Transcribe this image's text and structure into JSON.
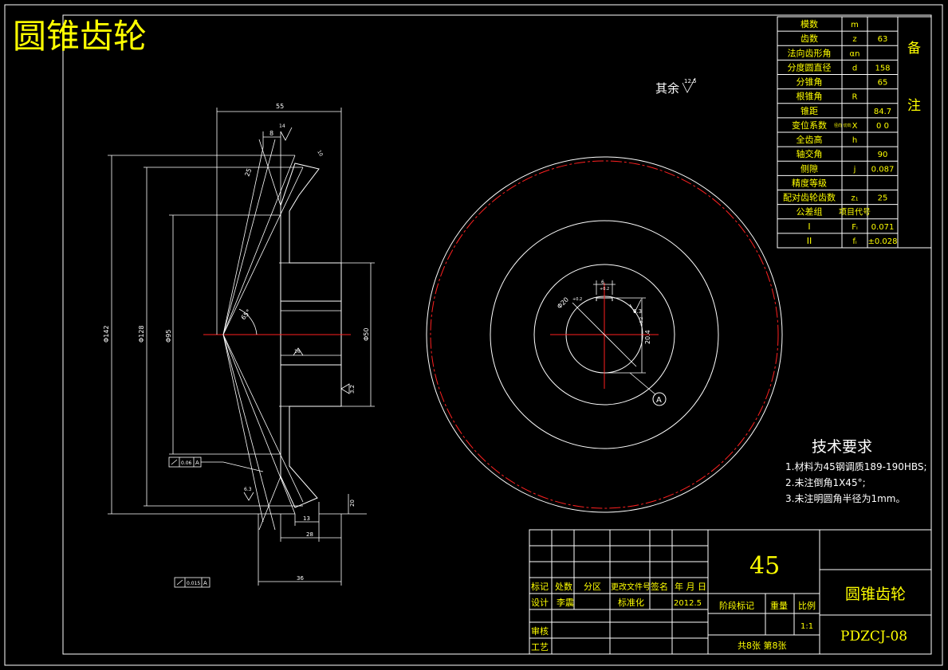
{
  "title": "圆锥齿轮",
  "params": [
    {
      "label": "模数",
      "sym": "m",
      "val": ""
    },
    {
      "label": "齿数",
      "sym": "z",
      "val": "63"
    },
    {
      "label": "法向齿形角",
      "sym": "αn",
      "val": ""
    },
    {
      "label": "分度圆直径",
      "sym": "d",
      "val": "158"
    },
    {
      "label": "分锥角",
      "sym": "",
      "val": "65"
    },
    {
      "label": "根锥角",
      "sym": "R",
      "val": ""
    },
    {
      "label": "锥距",
      "sym": "",
      "val": "84.7"
    },
    {
      "label": "变位系数",
      "sub": "径向 切向",
      "sym": "X",
      "val": "0 0"
    },
    {
      "label": "全齿高",
      "sym": "h",
      "val": ""
    },
    {
      "label": "轴交角",
      "sym": "",
      "val": "90"
    },
    {
      "label": "侧隙",
      "sym": "j",
      "val": "0.087"
    },
    {
      "label": "精度等级",
      "sym": "",
      "val": ""
    },
    {
      "label": "配对齿轮齿数",
      "sym": "z₁",
      "val": "25"
    },
    {
      "label": "公差组",
      "sym": "项目代号",
      "val": ""
    },
    {
      "label": "I",
      "sym": "Fᵢ",
      "val": "0.071"
    },
    {
      "label": "II",
      "sym": "fᵢ",
      "val": "±0.028"
    }
  ],
  "remark_1": "备",
  "remark_2": "注",
  "roughness_note": "其余",
  "roughness_value": "12.5",
  "tech": {
    "heading": "技术要求",
    "items": [
      "1.材料为45钢调质189-190HBS;",
      "2.未注倒角1X45°;",
      "3.未注明圆角半径为1mm。"
    ]
  },
  "dims": {
    "top": "55",
    "d8": "8",
    "r14": "14",
    "d10": "10",
    "d25": "25",
    "dia142": "Φ142",
    "dia128": "Φ128",
    "dia95": "Φ95",
    "dia50": "Φ50",
    "ang": "65°",
    "r16": "16",
    "r32": "3.2",
    "r63": "6.3",
    "d20": "20",
    "d13": "13",
    "d28": "28",
    "d36": "36",
    "tol1": "0.06",
    "tol1ref": "A",
    "tol2": "0.015",
    "tol2ref": "A",
    "key_w": "6",
    "key_tol": "+0.2",
    "bore": "Φ20",
    "bore_tol": "+0.2",
    "key_h": "20.4",
    "key_h_tol": "+0.2",
    "r63b": "6.3",
    "datum": "A"
  },
  "title_block": {
    "material": "45",
    "drawing_name": "圆锥齿轮",
    "drawing_no": "PDZCJ-08",
    "h_mark": "标记",
    "h_count": "处数",
    "h_zone": "分区",
    "h_doc": "更改文件号",
    "h_sign": "签名",
    "h_date": "年 月 日",
    "design_label": "设计",
    "designer": "李震",
    "std_label": "标准化",
    "design_date": "2012.5",
    "stage_label": "阶段标记",
    "weight_label": "重量",
    "scale_label": "比例",
    "scale_value": "1:1",
    "review_label": "审核",
    "process_label": "工艺",
    "sheets": "共8张 第8张"
  }
}
